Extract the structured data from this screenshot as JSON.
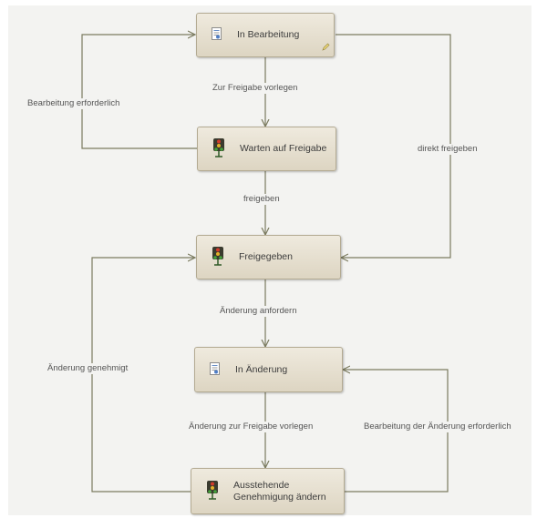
{
  "nodes": {
    "in_bearbeitung": "In Bearbeitung",
    "warten_auf_freigabe": "Warten auf Freigabe",
    "freigegeben": "Freigegeben",
    "in_aenderung": "In Änderung",
    "ausstehende_line1": "Ausstehende",
    "ausstehende_line2": "Genehmigung ändern"
  },
  "edges": {
    "zur_freigabe_vorlegen": "Zur Freigabe vorlegen",
    "bearbeitung_erforderlich": "Bearbeitung erforderlich",
    "direkt_freigeben": "direkt freigeben",
    "freigeben": "freigeben",
    "aenderung_anfordern": "Änderung anfordern",
    "aenderung_genehmigt": "Änderung genehmigt",
    "aenderung_zur_freigabe_vorlegen": "Änderung zur Freigabe vorlegen",
    "bearbeitung_der_aenderung_erforderlich": "Bearbeitung der Änderung erforderlich"
  },
  "colors": {
    "line": "#7b7b5f",
    "node_fill": "#e6e0d0",
    "node_border": "#b3aa92"
  },
  "icons": {
    "document": "document-icon",
    "traffic_light": "traffic-light-icon"
  }
}
